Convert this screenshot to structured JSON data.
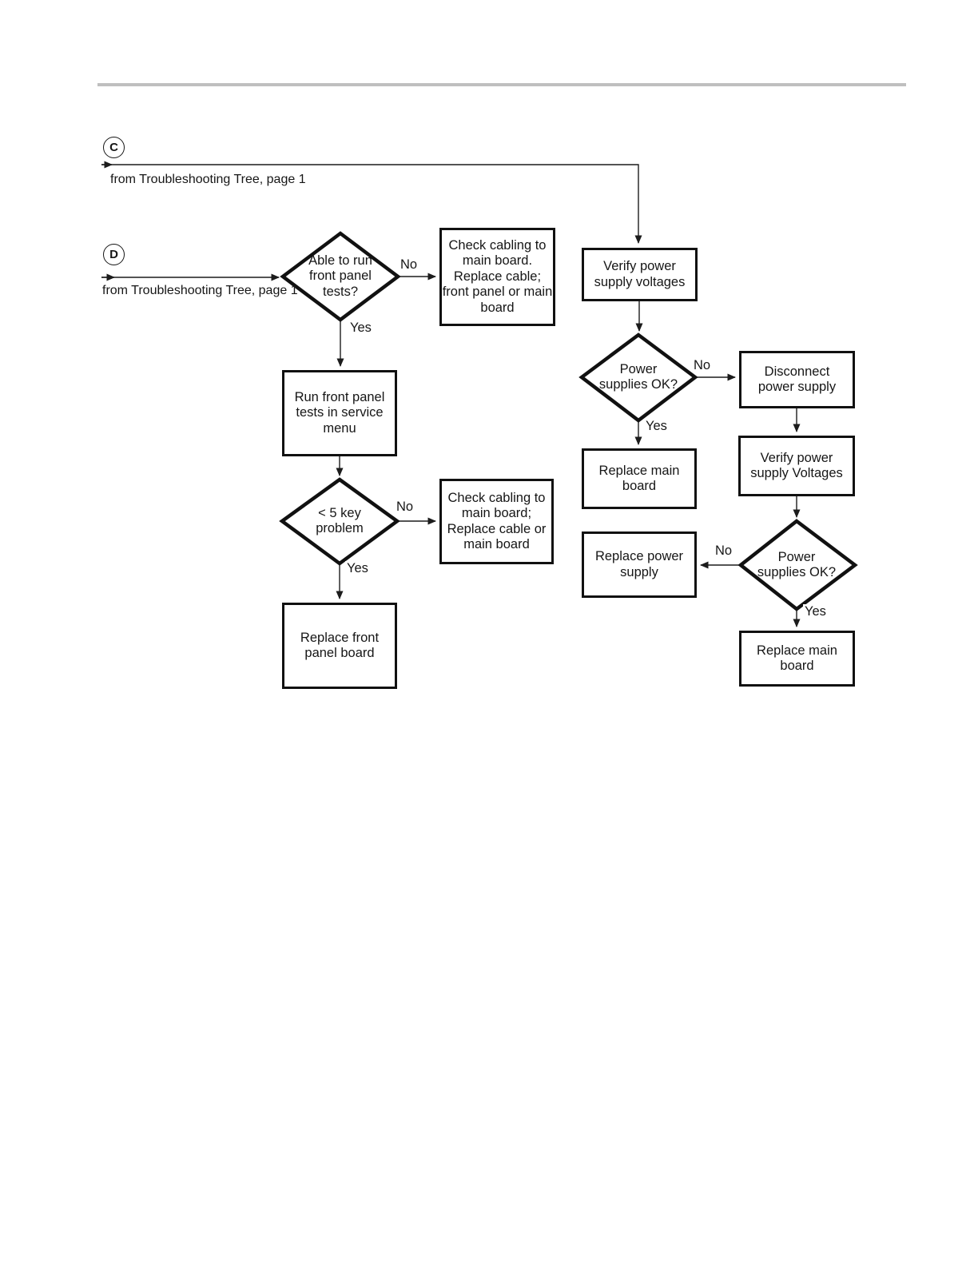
{
  "page": {
    "connectors": {
      "c": {
        "id": "C",
        "caption": "from Troubleshooting Tree, page 1"
      },
      "d": {
        "id": "D",
        "caption": "from Troubleshooting Tree, page 1"
      }
    },
    "nodes": {
      "able_to_run": "Able to run\nfront panel\ntests?",
      "check_cabling_1": "Check cabling to\nmain board.\nReplace cable;\nfront panel or main\nboard",
      "run_tests": "Run front panel\ntests in service\nmenu",
      "lt5_key": "< 5 key\nproblem",
      "check_cabling_2": "Check cabling to\nmain board;\nReplace cable or\nmain board",
      "replace_front_panel": "Replace front\npanel board",
      "verify_voltages_1": "Verify power\nsupply voltages",
      "power_ok_1": "Power\nsupplies OK?",
      "disconnect_ps": "Disconnect\npower supply",
      "replace_main_1": "Replace main\nboard",
      "verify_voltages_2": "Verify power\nsupply Voltages",
      "power_ok_2": "Power\nsupplies OK?",
      "replace_power_supply": "Replace power\nsupply",
      "replace_main_2": "Replace main\nboard"
    },
    "edge_labels": {
      "no_1": "No",
      "yes_1": "Yes",
      "no_2": "No",
      "yes_2": "Yes",
      "no_3": "No",
      "yes_3": "Yes",
      "no_4": "No",
      "yes_4": "Yes"
    },
    "colors": {
      "rule": "#bfbfbf",
      "ink": "#111111"
    }
  }
}
